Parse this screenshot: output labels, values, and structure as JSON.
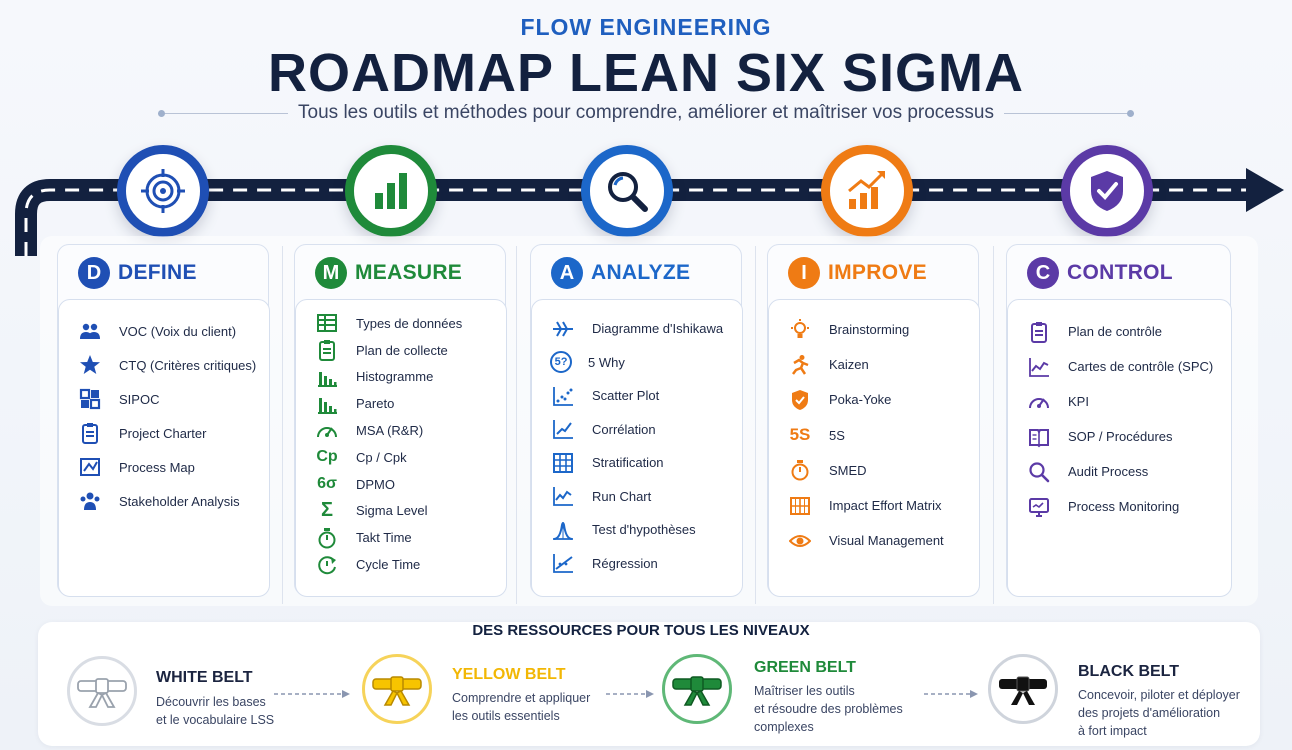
{
  "header": {
    "brand": "FLOW ENGINEERING",
    "title": "ROADMAP LEAN SIX SIGMA",
    "subtitle": "Tous les outils et méthodes pour comprendre, améliorer et maîtriser vos processus"
  },
  "colors": {
    "navy": "#13213f",
    "define": "#1f4fb4",
    "measure": "#1f8a3a",
    "analyze": "#1c67c9",
    "improve": "#ef7b14",
    "control": "#5b3aa6"
  },
  "phases": [
    {
      "letter": "D",
      "name": "DEFINE",
      "icon": "target-icon",
      "tools": [
        {
          "label": "VOC (Voix du client)",
          "icon": "users-icon"
        },
        {
          "label": "CTQ (Critères critiques)",
          "icon": "star-icon"
        },
        {
          "label": "SIPOC",
          "icon": "grid-icon"
        },
        {
          "label": "Project Charter",
          "icon": "clipboard-icon"
        },
        {
          "label": "Process Map",
          "icon": "map-icon"
        },
        {
          "label": "Stakeholder Analysis",
          "icon": "group-icon"
        }
      ]
    },
    {
      "letter": "M",
      "name": "MEASURE",
      "icon": "bar-chart-icon",
      "tools": [
        {
          "label": "Types de données",
          "icon": "table-icon"
        },
        {
          "label": "Plan de collecte",
          "icon": "clipboard-icon"
        },
        {
          "label": "Histogramme",
          "icon": "histogram-icon"
        },
        {
          "label": "Pareto",
          "icon": "pareto-icon"
        },
        {
          "label": "MSA (R&R)",
          "icon": "gauge-icon"
        },
        {
          "label": "Cp / Cpk",
          "icon": "text-icon",
          "glyph": "Cp"
        },
        {
          "label": "DPMO",
          "icon": "text-icon",
          "glyph": "6σ"
        },
        {
          "label": "Sigma Level",
          "icon": "sigma-icon",
          "glyph": "Σ"
        },
        {
          "label": "Takt Time",
          "icon": "stopwatch-icon"
        },
        {
          "label": "Cycle Time",
          "icon": "cycle-icon"
        }
      ]
    },
    {
      "letter": "A",
      "name": "ANALYZE",
      "icon": "magnifier-icon",
      "tools": [
        {
          "label": "Diagramme d'Ishikawa",
          "icon": "fishbone-icon"
        },
        {
          "label": "5 Why",
          "icon": "five-why-icon",
          "glyph": "5?"
        },
        {
          "label": "Scatter Plot",
          "icon": "scatter-icon"
        },
        {
          "label": "Corrélation",
          "icon": "correlation-icon"
        },
        {
          "label": "Stratification",
          "icon": "strat-grid-icon"
        },
        {
          "label": "Run Chart",
          "icon": "run-chart-icon"
        },
        {
          "label": "Test d'hypothèses",
          "icon": "bell-curve-icon"
        },
        {
          "label": "Régression",
          "icon": "regression-icon"
        }
      ]
    },
    {
      "letter": "I",
      "name": "IMPROVE",
      "icon": "trend-up-icon",
      "tools": [
        {
          "label": "Brainstorming",
          "icon": "bulb-icon"
        },
        {
          "label": "Kaizen",
          "icon": "runner-icon"
        },
        {
          "label": "Poka-Yoke",
          "icon": "shield-icon"
        },
        {
          "label": "5S",
          "icon": "text-icon",
          "glyph": "5S"
        },
        {
          "label": "SMED",
          "icon": "stopwatch-icon"
        },
        {
          "label": "Impact Effort Matrix",
          "icon": "matrix-icon"
        },
        {
          "label": "Visual Management",
          "icon": "eye-icon"
        }
      ]
    },
    {
      "letter": "C",
      "name": "CONTROL",
      "icon": "shield-check-icon",
      "tools": [
        {
          "label": "Plan de contrôle",
          "icon": "clipboard-icon"
        },
        {
          "label": "Cartes de contrôle (SPC)",
          "icon": "line-chart-icon"
        },
        {
          "label": "KPI",
          "icon": "gauge-icon"
        },
        {
          "label": "SOP / Procédures",
          "icon": "book-icon"
        },
        {
          "label": "Audit Process",
          "icon": "search-icon"
        },
        {
          "label": "Process Monitoring",
          "icon": "monitor-icon"
        }
      ]
    }
  ],
  "resources": {
    "title": "DES RESSOURCES POUR TOUS LES NIVEAUX",
    "belts": [
      {
        "name": "WHITE BELT",
        "color": "#1b2440",
        "belt_color": "#ffffff",
        "ring": "#d9dde4",
        "desc": [
          "Découvrir les bases",
          "et le vocabulaire LSS"
        ]
      },
      {
        "name": "YELLOW BELT",
        "color": "#f2b705",
        "belt_color": "#f7c400",
        "ring": "#f6d35a",
        "desc": [
          "Comprendre et appliquer",
          "les outils essentiels"
        ]
      },
      {
        "name": "GREEN BELT",
        "color": "#1f8a3a",
        "belt_color": "#1f8a3a",
        "ring": "#5fb877",
        "desc": [
          "Maîtriser les outils",
          "et résoudre des problèmes",
          "complexes"
        ]
      },
      {
        "name": "BLACK BELT",
        "color": "#1b2440",
        "belt_color": "#111111",
        "ring": "#cfd4dc",
        "desc": [
          "Concevoir, piloter et déployer",
          "des projets d'amélioration",
          "à fort impact"
        ]
      }
    ]
  }
}
